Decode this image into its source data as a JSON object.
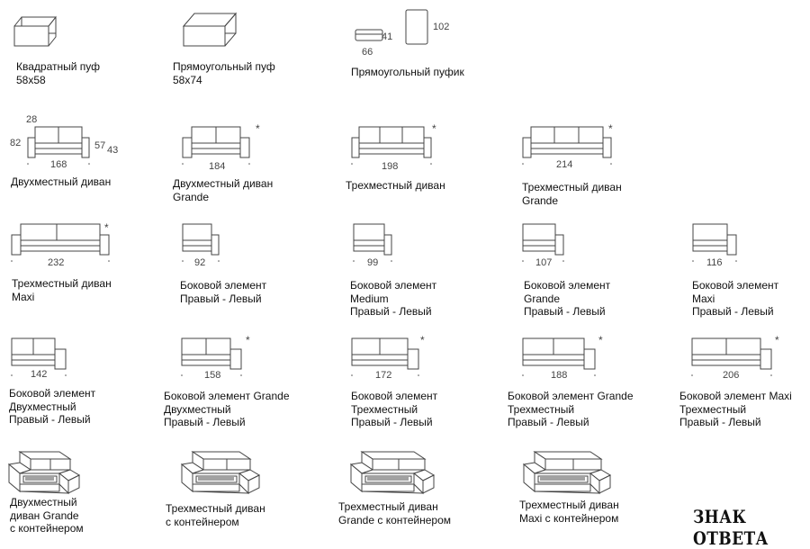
{
  "items": [
    {
      "id": "square-pouf",
      "label": [
        "Квадратный пуф",
        "58x58"
      ],
      "dims": [],
      "star": false
    },
    {
      "id": "rect-pouf",
      "label": [
        "Прямоугольный пуф",
        "58x74"
      ],
      "dims": [],
      "star": false
    },
    {
      "id": "rect-small-pouf",
      "label": [
        "Прямоугольный пуфик"
      ],
      "dims": [
        "41",
        "66",
        "102"
      ],
      "star": false
    },
    {
      "id": "two-seat",
      "label": [
        "Двухместный диван"
      ],
      "dims": [
        "28",
        "82",
        "57",
        "43",
        "168"
      ],
      "star": false
    },
    {
      "id": "two-seat-grande",
      "label": [
        "Двухместный диван",
        "Grande"
      ],
      "dims": [
        "184"
      ],
      "star": true
    },
    {
      "id": "three-seat",
      "label": [
        "Трехместный диван"
      ],
      "dims": [
        "198"
      ],
      "star": true
    },
    {
      "id": "three-seat-grande",
      "label": [
        "Трехместный диван",
        "Grande"
      ],
      "dims": [
        "214"
      ],
      "star": true
    },
    {
      "id": "three-seat-maxi",
      "label": [
        "Трехместный диван",
        "Maxi"
      ],
      "dims": [
        "232"
      ],
      "star": true
    },
    {
      "id": "side-element",
      "label": [
        "Боковой элемент",
        "Правый - Левый"
      ],
      "dims": [
        "92"
      ],
      "star": false
    },
    {
      "id": "side-medium",
      "label": [
        "Боковой элемент",
        "Medium",
        "Правый - Левый"
      ],
      "dims": [
        "99"
      ],
      "star": false
    },
    {
      "id": "side-grande",
      "label": [
        "Боковой элемент",
        "Grande",
        "Правый - Левый"
      ],
      "dims": [
        "107"
      ],
      "star": false
    },
    {
      "id": "side-maxi",
      "label": [
        "Боковой элемент",
        "Maxi",
        "Правый - Левый"
      ],
      "dims": [
        "116"
      ],
      "star": false
    },
    {
      "id": "side-two-seat",
      "label": [
        "Боковой элемент",
        "Двухместный",
        "Правый - Левый"
      ],
      "dims": [
        "142"
      ],
      "star": false
    },
    {
      "id": "side-grande-two",
      "label": [
        "Боковой элемент Grande",
        "Двухместный",
        "Правый - Левый"
      ],
      "dims": [
        "158"
      ],
      "star": true
    },
    {
      "id": "side-three",
      "label": [
        "Боковой элемент",
        "Трехместный",
        "Правый - Левый"
      ],
      "dims": [
        "172"
      ],
      "star": true
    },
    {
      "id": "side-grande-three",
      "label": [
        "Боковой элемент  Grande",
        "Трехместный",
        "Правый - Левый"
      ],
      "dims": [
        "188"
      ],
      "star": true
    },
    {
      "id": "side-maxi-three",
      "label": [
        "Боковой элемент Maxi",
        "Трехместный",
        "Правый - Левый"
      ],
      "dims": [
        "206"
      ],
      "star": true
    },
    {
      "id": "two-grande-container",
      "label": [
        "Двухместный",
        "диван Grande",
        "с контейнером"
      ],
      "dims": [],
      "star": false
    },
    {
      "id": "three-container",
      "label": [
        "Трехместный диван",
        "с контейнером"
      ],
      "dims": [],
      "star": false
    },
    {
      "id": "three-grande-container",
      "label": [
        "Трехместный диван",
        "Grande с контейнером"
      ],
      "dims": [],
      "star": false
    },
    {
      "id": "three-maxi-container",
      "label": [
        "Трехместный диван",
        "Maxi с контейнером"
      ],
      "dims": [],
      "star": false
    }
  ],
  "star_symbol": "*",
  "brand": "ЗНАК ОТВЕТА"
}
